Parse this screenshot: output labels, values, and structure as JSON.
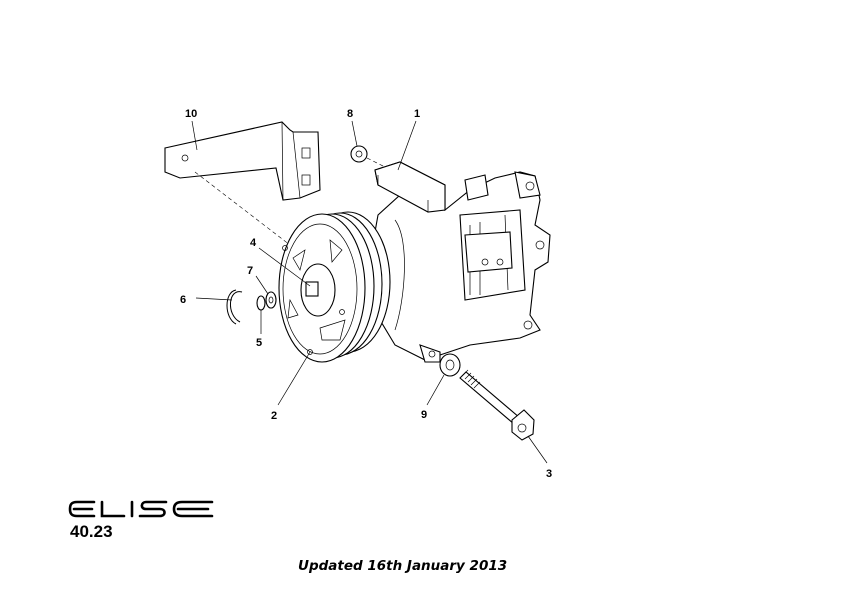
{
  "diagram": {
    "callouts": {
      "c1": "1",
      "c2": "2",
      "c3": "3",
      "c4": "4",
      "c5": "5",
      "c6": "6",
      "c7": "7",
      "c8": "8",
      "c9": "9",
      "c10": "10"
    }
  },
  "footer": {
    "logo_text": "ELISE",
    "page_number": "40.23",
    "updated": "Updated 16th January 2013"
  }
}
